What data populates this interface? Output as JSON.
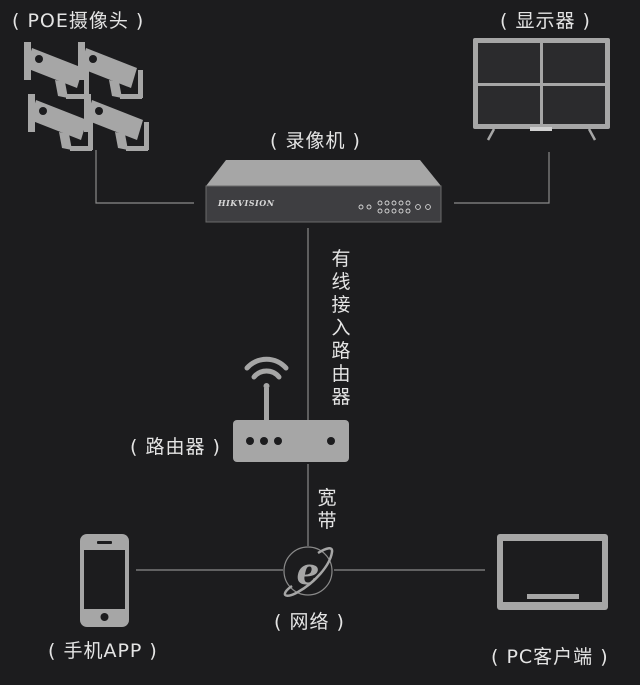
{
  "labels": {
    "cameras": "( POE摄像头 )",
    "monitor": "( 显示器 )",
    "recorder": "( 录像机 )",
    "wired_link": "有线接入路由器",
    "router": "( 路由器 )",
    "broadband": "宽带",
    "network": "( 网络 )",
    "phone": "( 手机APP )",
    "pc": "( PC客户端 )"
  },
  "recorder_brand": "HIKVISION",
  "icons": {
    "cameras": "cctv-camera-icon",
    "monitor": "monitor-icon",
    "recorder": "nvr-recorder-icon",
    "router": "router-icon",
    "wifi": "wifi-icon",
    "network": "internet-explorer-icon",
    "phone": "smartphone-icon",
    "pc": "pc-monitor-icon"
  },
  "colors": {
    "background": "#1c1c1e",
    "device": "#a6a6a6",
    "line": "#8a8a8a",
    "text": "#e4e4e4"
  }
}
